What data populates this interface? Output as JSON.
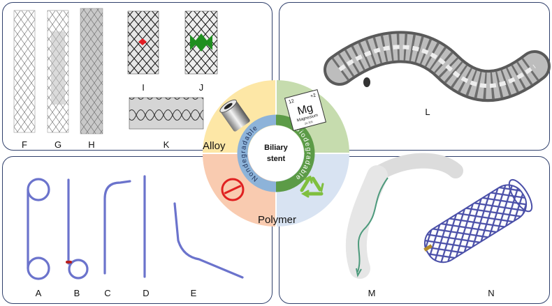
{
  "center": {
    "title_line1": "Biliary",
    "title_line2": "stent",
    "ring_top": "Biodegradable",
    "ring_bottom": "Nondegradable",
    "quadrant_alloy": "Alloy",
    "quadrant_polymer": "Polymer"
  },
  "element": {
    "number": "12",
    "charge": "+2",
    "symbol": "Mg",
    "name": "Magnesium",
    "mass": "24.305"
  },
  "labels": {
    "F": "F",
    "G": "G",
    "H": "H",
    "I": "I",
    "J": "J",
    "K": "K",
    "L": "L",
    "A": "A",
    "B": "B",
    "C": "C",
    "D": "D",
    "E": "E",
    "M": "M",
    "N": "N"
  },
  "colors": {
    "alloy": "#fde7a6",
    "biodegradable": "#c6dcae",
    "nondegradable": "#f9cbb0",
    "polymer": "#d8e3f2",
    "ring_green": "#5c9b47",
    "ring_blue": "#8db3d9",
    "border": "#2f3f6b",
    "stent_blue": "#6b73cc"
  }
}
